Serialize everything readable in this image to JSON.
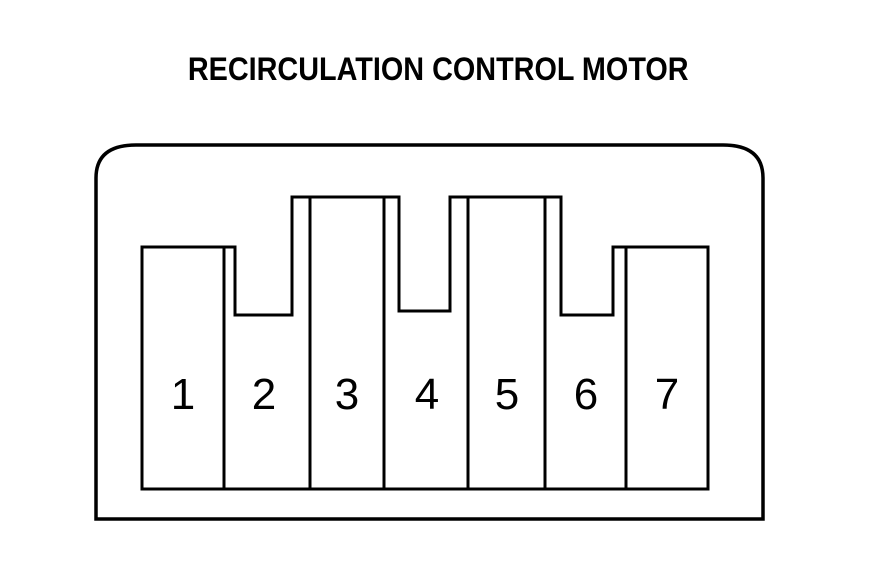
{
  "title": "RECIRCULATION CONTROL MOTOR",
  "connector": {
    "description": "7-cavity connector pinout viewed face-on",
    "pins": [
      "1",
      "2",
      "3",
      "4",
      "5",
      "6",
      "7"
    ],
    "line_color": "#000000",
    "background_color": "#ffffff"
  }
}
